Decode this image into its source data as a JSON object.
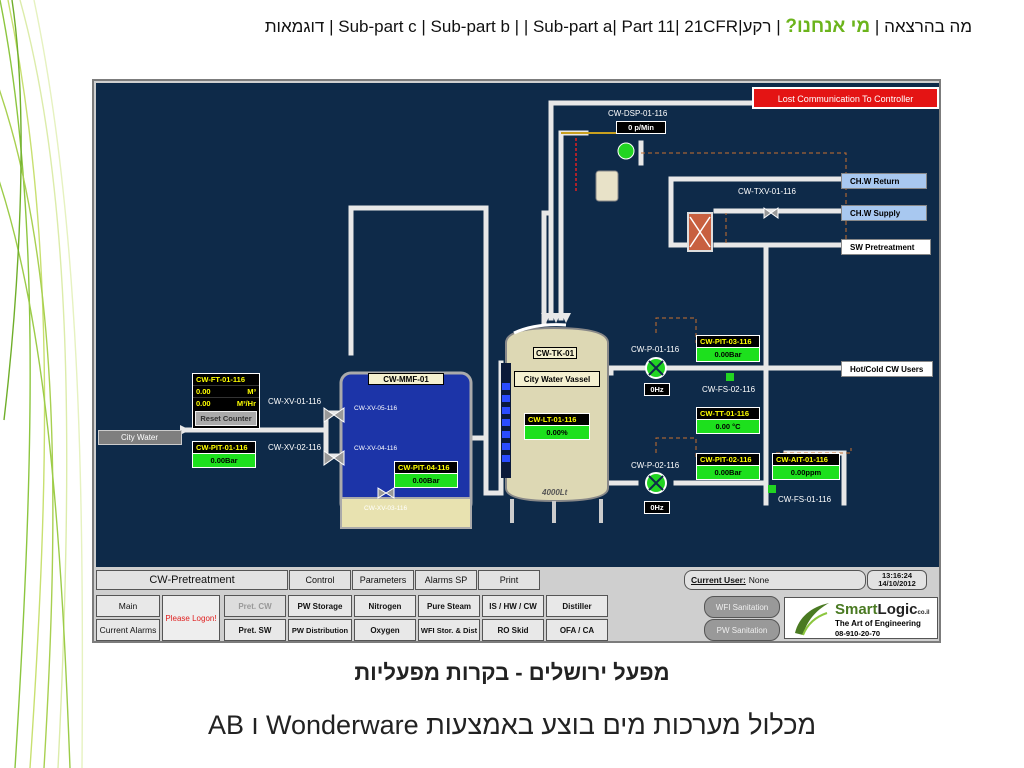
{
  "nav": {
    "items": [
      "מה בהרצאה",
      "|",
      "מי אנחנו?",
      "| רקע|",
      "21CFR",
      "|Part 11",
      "|Sub-part a",
      "|",
      "| Sub-part b",
      "| Sub-part c",
      "| דוגמאות"
    ]
  },
  "scada": {
    "alarm": "Lost Communication To Controller",
    "dsp_tag": "CW-DSP-01-116",
    "dsp_value": "0 p/Min",
    "txv_tag": "CW-TXV-01-116",
    "dest_return": "CH.W Return",
    "dest_supply": "CH.W Supply",
    "dest_sw": "SW Pretreatment",
    "dest_users": "Hot/Cold CW Users",
    "city_water": "City Water",
    "pump1_tag": "CW-P-01-116",
    "pump1_hz": "0Hz",
    "pump2_tag": "CW-P-02-116",
    "pump2_hz": "0Hz",
    "pit03_tag": "CW-PIT-03-116",
    "pit03_val": "0.00Bar",
    "fs02_tag": "CW-FS-02-116",
    "tt01_tag": "CW-TT-01-116",
    "tt01_val": "0.00 °C",
    "pit02_tag": "CW-PIT-02-116",
    "pit02_val": "0.00Bar",
    "ait01_tag": "CW-AIT-01-116",
    "ait01_val": "0.00ppm",
    "fs01_tag": "CW-FS-01-116",
    "tank_tag": "CW-TK-01",
    "tank_name": "City Water Vassel",
    "lt01_tag": "CW-LT-01-116",
    "lt01_val": "0.00%",
    "tank_cap": "4000Lt",
    "mmf_tag": "CW-MMF-01",
    "pit04_tag": "CW-PIT-04-116",
    "pit04_val": "0.00Bar",
    "xv01": "CW-XV-01-116",
    "xv02": "CW-XV-02-116",
    "xv05": "CW-XV-05-116",
    "xv04": "CW-XV-04-116",
    "xv03": "CW-XV-03-116",
    "ft01_tag": "CW-FT-01-116",
    "ft01_r1_val": "0.00",
    "ft01_r1_unit": "M³",
    "ft01_r2_val": "0.00",
    "ft01_r2_unit": "M³/Hr",
    "reset": "Reset Counter",
    "pit01_tag": "CW-PIT-01-116",
    "pit01_val": "0.00Bar"
  },
  "toolbar": {
    "screen_name": "CW-Pretreatment",
    "control": "Control",
    "parameters": "Parameters",
    "alarms_sp": "Alarms SP",
    "print": "Print",
    "user_label": "Current User:",
    "user_value": "None",
    "time": "13:16:24",
    "date": "14/10/2012"
  },
  "menu": {
    "main": "Main",
    "current_alarms": "Current Alarms",
    "please_logon": "Please Logon!",
    "pret_cw": "Pret. CW",
    "pret_sw": "Pret. SW",
    "pw_storage": "PW Storage",
    "pw_distribution": "PW Distribution",
    "nitrogen": "Nitrogen",
    "oxygen": "Oxygen",
    "pure_steam": "Pure Steam",
    "wfi_stor": "WFI Stor. & Dist",
    "is_hw_cw": "IS / HW / CW",
    "ro_skid": "RO Skid",
    "distiller": "Distiller",
    "ofa_ca": "OFA / CA",
    "wfi_sanitation": "WFI Sanitation",
    "pw_sanitation": "PW Sanitation"
  },
  "logo": {
    "brand_a": "Smart",
    "brand_b": "Logic",
    "suffix": "co.il",
    "tagline": "The Art of Engineering",
    "phone": "08-910-20-70"
  },
  "slide": {
    "subtitle": "מפעל ירושלים - בקרות מפעליות",
    "caption": "מכלול מערכות מים בוצע באמצעות Wonderware ו AB"
  },
  "colors": {
    "accent_green": "#6cb41c",
    "scada_bg": "#0e2a49",
    "value_green": "#1de01d",
    "alarm_red": "#e41414"
  }
}
